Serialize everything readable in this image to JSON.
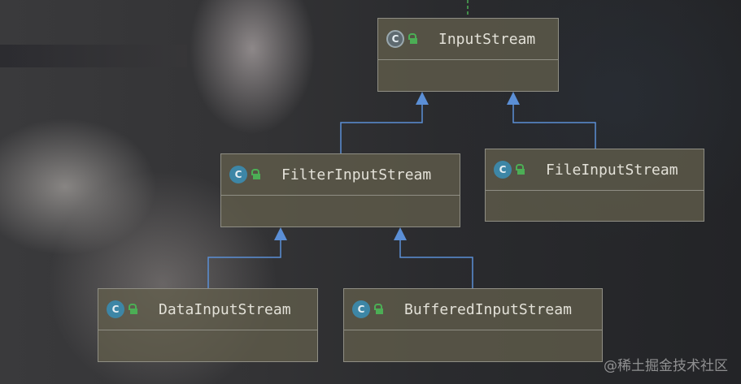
{
  "diagram": {
    "nodes": [
      {
        "id": "input-stream",
        "name": "InputStream",
        "icon": "abstract-class-icon",
        "visibility": "public"
      },
      {
        "id": "filter-input-stream",
        "name": "FilterInputStream",
        "icon": "class-icon",
        "visibility": "public"
      },
      {
        "id": "file-input-stream",
        "name": "FileInputStream",
        "icon": "class-icon",
        "visibility": "public"
      },
      {
        "id": "data-input-stream",
        "name": "DataInputStream",
        "icon": "class-icon",
        "visibility": "public"
      },
      {
        "id": "buffered-input-stream",
        "name": "BufferedInputStream",
        "icon": "class-icon",
        "visibility": "public"
      }
    ],
    "edges": [
      {
        "from": "filter-input-stream",
        "to": "input-stream",
        "type": "extends"
      },
      {
        "from": "file-input-stream",
        "to": "input-stream",
        "type": "extends"
      },
      {
        "from": "data-input-stream",
        "to": "filter-input-stream",
        "type": "extends"
      },
      {
        "from": "buffered-input-stream",
        "to": "filter-input-stream",
        "type": "extends"
      }
    ],
    "class_icon_letter": "C",
    "colors": {
      "edge": "#5b8fd6",
      "node_fill": "#625e4c",
      "node_border": "#8f8e84",
      "class_icon": "#3d86a6",
      "lock": "#4cae55",
      "guide": "#4cae55"
    }
  },
  "watermark": "@稀土掘金技术社区"
}
